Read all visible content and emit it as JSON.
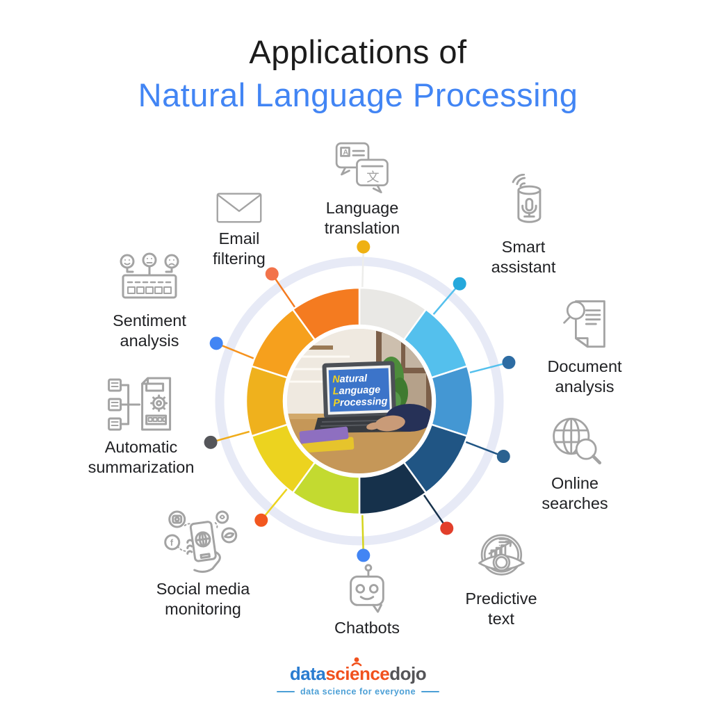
{
  "title": {
    "line1": "Applications of",
    "line2": "Natural Language Processing",
    "line2_color": "#4285f4"
  },
  "center_image": {
    "screen_lines": [
      "Natural",
      "Language",
      "Processing"
    ],
    "screen_initial_color": "#f2d41e",
    "description": "laptop-photo-with-nlp-on-screen"
  },
  "wheel": {
    "ring_color": "#e7eaf6",
    "segments": [
      {
        "start": 0,
        "end": 36,
        "color": "#e9e8e5"
      },
      {
        "start": 36,
        "end": 72,
        "color": "#54c0ed"
      },
      {
        "start": 72,
        "end": 108,
        "color": "#4497d3"
      },
      {
        "start": 108,
        "end": 144,
        "color": "#205584"
      },
      {
        "start": 144,
        "end": 180,
        "color": "#16314b"
      },
      {
        "start": 180,
        "end": 216,
        "color": "#c3da30"
      },
      {
        "start": 216,
        "end": 252,
        "color": "#ecd31f"
      },
      {
        "start": 252,
        "end": 288,
        "color": "#efb11d"
      },
      {
        "start": 288,
        "end": 324,
        "color": "#f6a01d"
      },
      {
        "start": 324,
        "end": 360,
        "color": "#f47b20"
      }
    ]
  },
  "items": [
    {
      "id": "language-translation",
      "lines": [
        "Language",
        "translation"
      ],
      "icon": "language-translation",
      "angle": 1.5,
      "dot_color": "#efb112",
      "line_color": "#ededeb"
    },
    {
      "id": "smart-assistant",
      "lines": [
        "Smart",
        "assistant"
      ],
      "icon": "smart-assistant",
      "angle": 40.5,
      "dot_color": "#25a8dc",
      "line_color": "#54c0ed"
    },
    {
      "id": "document-analysis",
      "lines": [
        "Document",
        "analysis"
      ],
      "icon": "document-analysis",
      "angle": 75.5,
      "dot_color": "#2d6ca3",
      "line_color": "#54c0ed"
    },
    {
      "id": "online-searches",
      "lines": [
        "Online",
        "searches"
      ],
      "icon": "online-searches",
      "angle": 111,
      "dot_color": "#2b6290",
      "line_color": "#205584"
    },
    {
      "id": "predictive-text",
      "lines": [
        "Predictive",
        "text"
      ],
      "icon": "predictive-text",
      "angle": 145.5,
      "dot_color": "#e23f2b",
      "line_color": "#16314b"
    },
    {
      "id": "chatbots",
      "lines": [
        "Chatbots"
      ],
      "icon": "chatbots",
      "angle": 178.5,
      "dot_color": "#4285f4",
      "line_color": "#d5d41c"
    },
    {
      "id": "social-media-monitoring",
      "lines": [
        "Social media",
        "monitoring"
      ],
      "icon": "social-media-monitoring",
      "angle": 219.5,
      "dot_color": "#f2571f",
      "line_color": "#ecd31f"
    },
    {
      "id": "automatic-summarization",
      "lines": [
        "Automatic",
        "summarization"
      ],
      "icon": "automatic-summarization",
      "angle": 254.5,
      "dot_color": "#55565a",
      "line_color": "#f0ac1b"
    },
    {
      "id": "sentiment-analysis",
      "lines": [
        "Sentiment",
        "analysis"
      ],
      "icon": "sentiment-analysis",
      "angle": 292,
      "dot_color": "#4285f4",
      "line_color": "#f6921d"
    },
    {
      "id": "email-filtering",
      "lines": [
        "Email",
        "filtering"
      ],
      "icon": "email-filtering",
      "angle": 325.5,
      "dot_color": "#f2734a",
      "line_color": "#f47b20"
    }
  ],
  "icon_glyphs": {
    "latin": "A",
    "cjk": "文",
    "facebook": "f"
  },
  "footer": {
    "logo": {
      "part1": "data",
      "part2": "science",
      "part3": "dojo",
      "tagline": "data science for everyone"
    }
  }
}
